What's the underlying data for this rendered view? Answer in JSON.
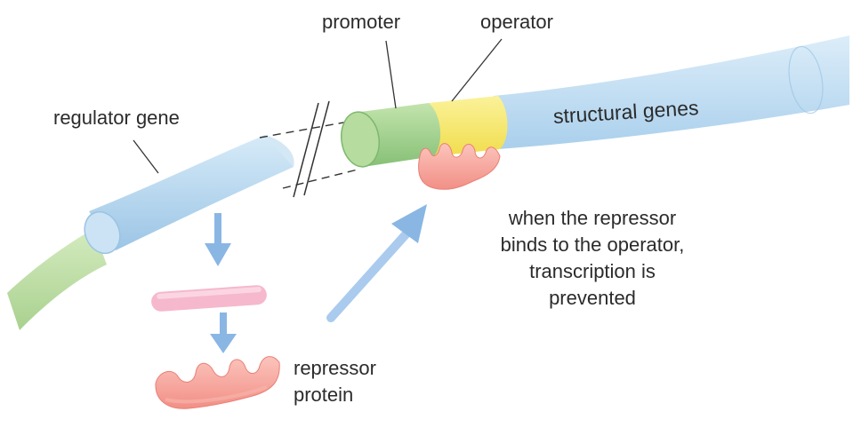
{
  "labels": {
    "promoter": "promoter",
    "operator": "operator",
    "regulator_gene": "regulator gene",
    "structural_genes": "structural genes",
    "repressor_effect": [
      "when the repressor",
      "binds to the operator,",
      "transcription is",
      "prevented"
    ],
    "repressor_protein": [
      "repressor",
      "protein"
    ]
  },
  "colors": {
    "regulator_gene": "#b9d8ef",
    "dna_green": "#bcdba0",
    "promoter": "#9ccf8a",
    "operator": "#f7e86a",
    "structural_genes": "#bddcf2",
    "repressor": "#f7a7a0",
    "mrna": "#f6b8cc",
    "arrow": "#8ab6e4"
  },
  "icons": [
    "down-arrow-icon",
    "down-arrow-icon",
    "diagonal-arrow-icon",
    "break-mark-icon"
  ]
}
